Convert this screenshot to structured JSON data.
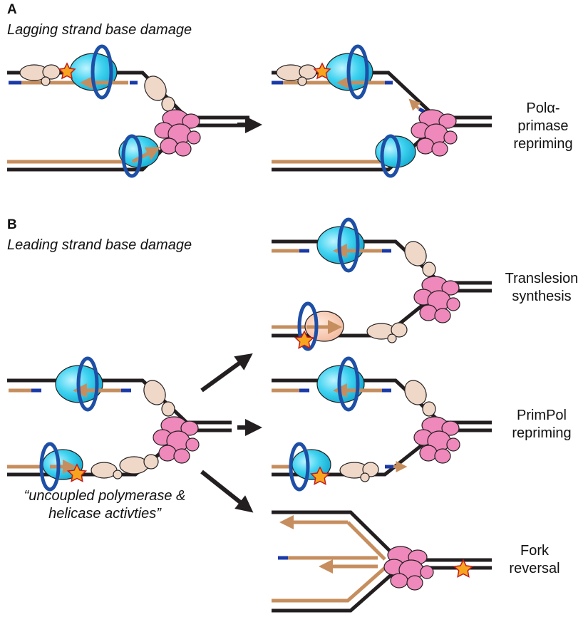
{
  "panel_a": {
    "letter": "A",
    "subtitle": "Lagging strand base damage",
    "outcome_line1": "Polα-",
    "outcome_line2": "primase",
    "outcome_line3": "repriming"
  },
  "panel_b": {
    "letter": "B",
    "subtitle": "Leading strand base damage",
    "caption_line1": "“uncoupled polymerase &",
    "caption_line2": "helicase activties”",
    "outcomes": [
      {
        "line1": "Translesion",
        "line2": "synthesis"
      },
      {
        "line1": "PrimPol",
        "line2": "repriming"
      },
      {
        "line1": "Fork",
        "line2": "reversal"
      }
    ]
  },
  "colors": {
    "dna": "#231f20",
    "nascent": "#c68e5e",
    "primer": "#1a3aa8",
    "pcna": "#1d4fa6",
    "polymerase": "#29c4e8",
    "helicase": "#ef88bb",
    "ctf_protein": "#efd8c8",
    "lesion": "#f7a51e",
    "arrow": "#231f20"
  },
  "icons": [
    "lesion-star-icon",
    "pcna-ring-icon",
    "helicase-icon",
    "polymerase-icon",
    "fork-arrow-icon"
  ]
}
